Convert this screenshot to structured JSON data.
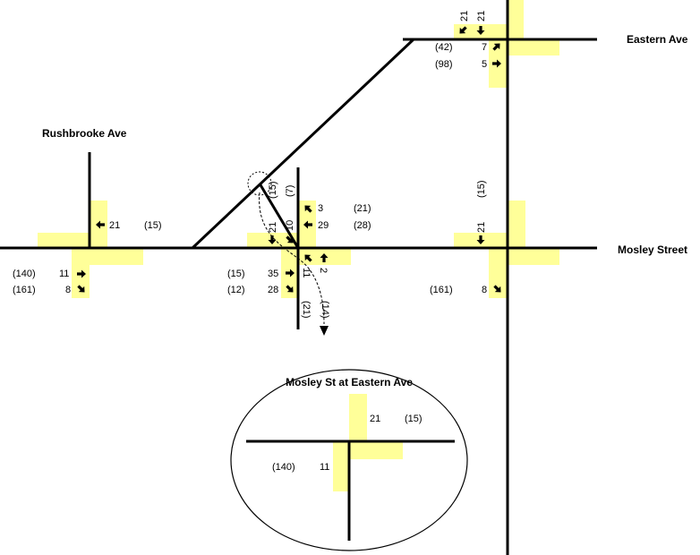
{
  "streets": {
    "eastern": "Eastern Ave",
    "mosley": "Mosley Street",
    "rushbrooke": "Rushbrooke Ave"
  },
  "inset_title": "Mosley St at Eastern Ave",
  "colors": {
    "highlight": "#ffff99",
    "road": "#000000"
  },
  "eastern": {
    "sb_left": "21",
    "sb_thru": "21",
    "eb_left_prev": "(42)",
    "eb_left": "7",
    "eb_thru_prev": "(98)",
    "eb_thru": "5"
  },
  "rushbrooke": {
    "wb": "21",
    "wb_prev": "(15)",
    "eb_thru_prev": "(140)",
    "eb_thru": "11",
    "eb_right_prev": "(161)",
    "eb_right": "8"
  },
  "middle": {
    "nb_up_left": "3",
    "nb_up_left_prev": "(21)",
    "wb": "29",
    "wb_prev": "(28)",
    "slip_prev": "(15)",
    "sb_prev": "(7)",
    "sb_thru": "21",
    "slip": "10",
    "nb_left": "11",
    "nb_thru": "2",
    "nb_prev": "(21)",
    "dash_prev": "(14)",
    "eb_thru_prev": "(15)",
    "eb_thru": "35",
    "eb_right_prev": "(12)",
    "eb_right": "28"
  },
  "right": {
    "sb_prev": "(15)",
    "sb": "21",
    "eb_right_prev": "(161)",
    "eb_right": "8"
  },
  "inset": {
    "wb": "21",
    "wb_prev": "(15)",
    "eb_prev": "(140)",
    "eb": "11"
  }
}
